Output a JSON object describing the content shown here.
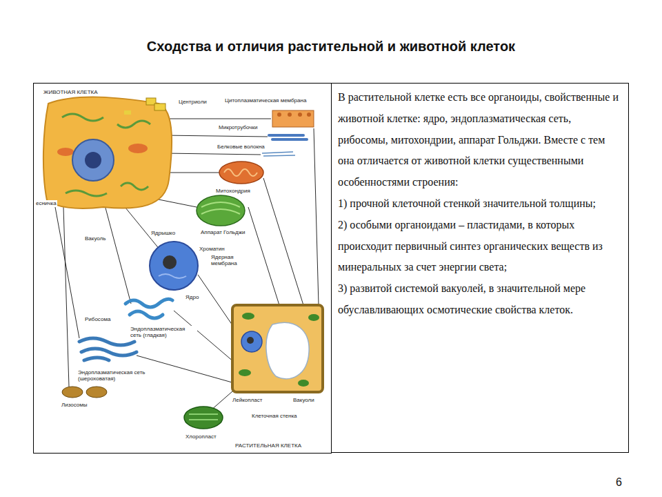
{
  "diagram": {
    "title": "Сходства и отличия растительной и животной клеток",
    "nodes": [
      {
        "text": [
          "В растительной клетке есть все органоиды, свойственные и животной клетке: ядро, эндоплазматическая сеть, рибосомы, митохондрии, аппарат Гольджи. Вместе с тем она отличается от животной клетки существенными особенностями строения:",
          "1) прочной клеточной стенкой значительной толщины;",
          "2) особыми органоидами – пластидами, в которых происходит первичный синтез органических веществ из минеральных за счет энергии света;",
          "3) развитой системой вакуолей, в значительной мере обуславливающих осмотические свойства клеток."
        ]
      }
    ],
    "labels": [
      "ЖИВОТНАЯ КЛЕТКА",
      "Центриоли",
      "Цитоплазматическая мембрана",
      "Микротрубочки",
      "Белковые волокна",
      "Митохондрия",
      "есничка",
      "Вакуоль",
      "Ядрышко",
      "Аппарат Гольджи",
      "Хроматин",
      "Ядерная мембрана",
      "Ядро",
      "Рибосома",
      "Эндоплазматическая сеть (гладкая)",
      "Эндоплазматическая сеть (шероховатая)",
      "Лизосомы",
      "Лейкопласт",
      "Вакуоли",
      "Клеточная стенка",
      "Хлоропласт",
      "РАСТИТЕЛЬНАЯ КЛЕТКА",
      "6"
    ]
  }
}
